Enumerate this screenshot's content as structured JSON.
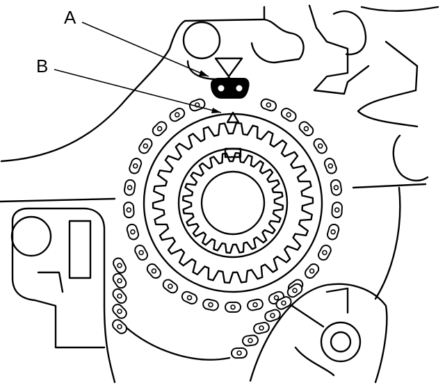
{
  "callouts": {
    "a": "A",
    "b": "B"
  },
  "colors": {
    "ink": "#000000",
    "paper": "#ffffff"
  },
  "sprocket": {
    "teeth": 30
  },
  "chain": {
    "links": 34
  }
}
